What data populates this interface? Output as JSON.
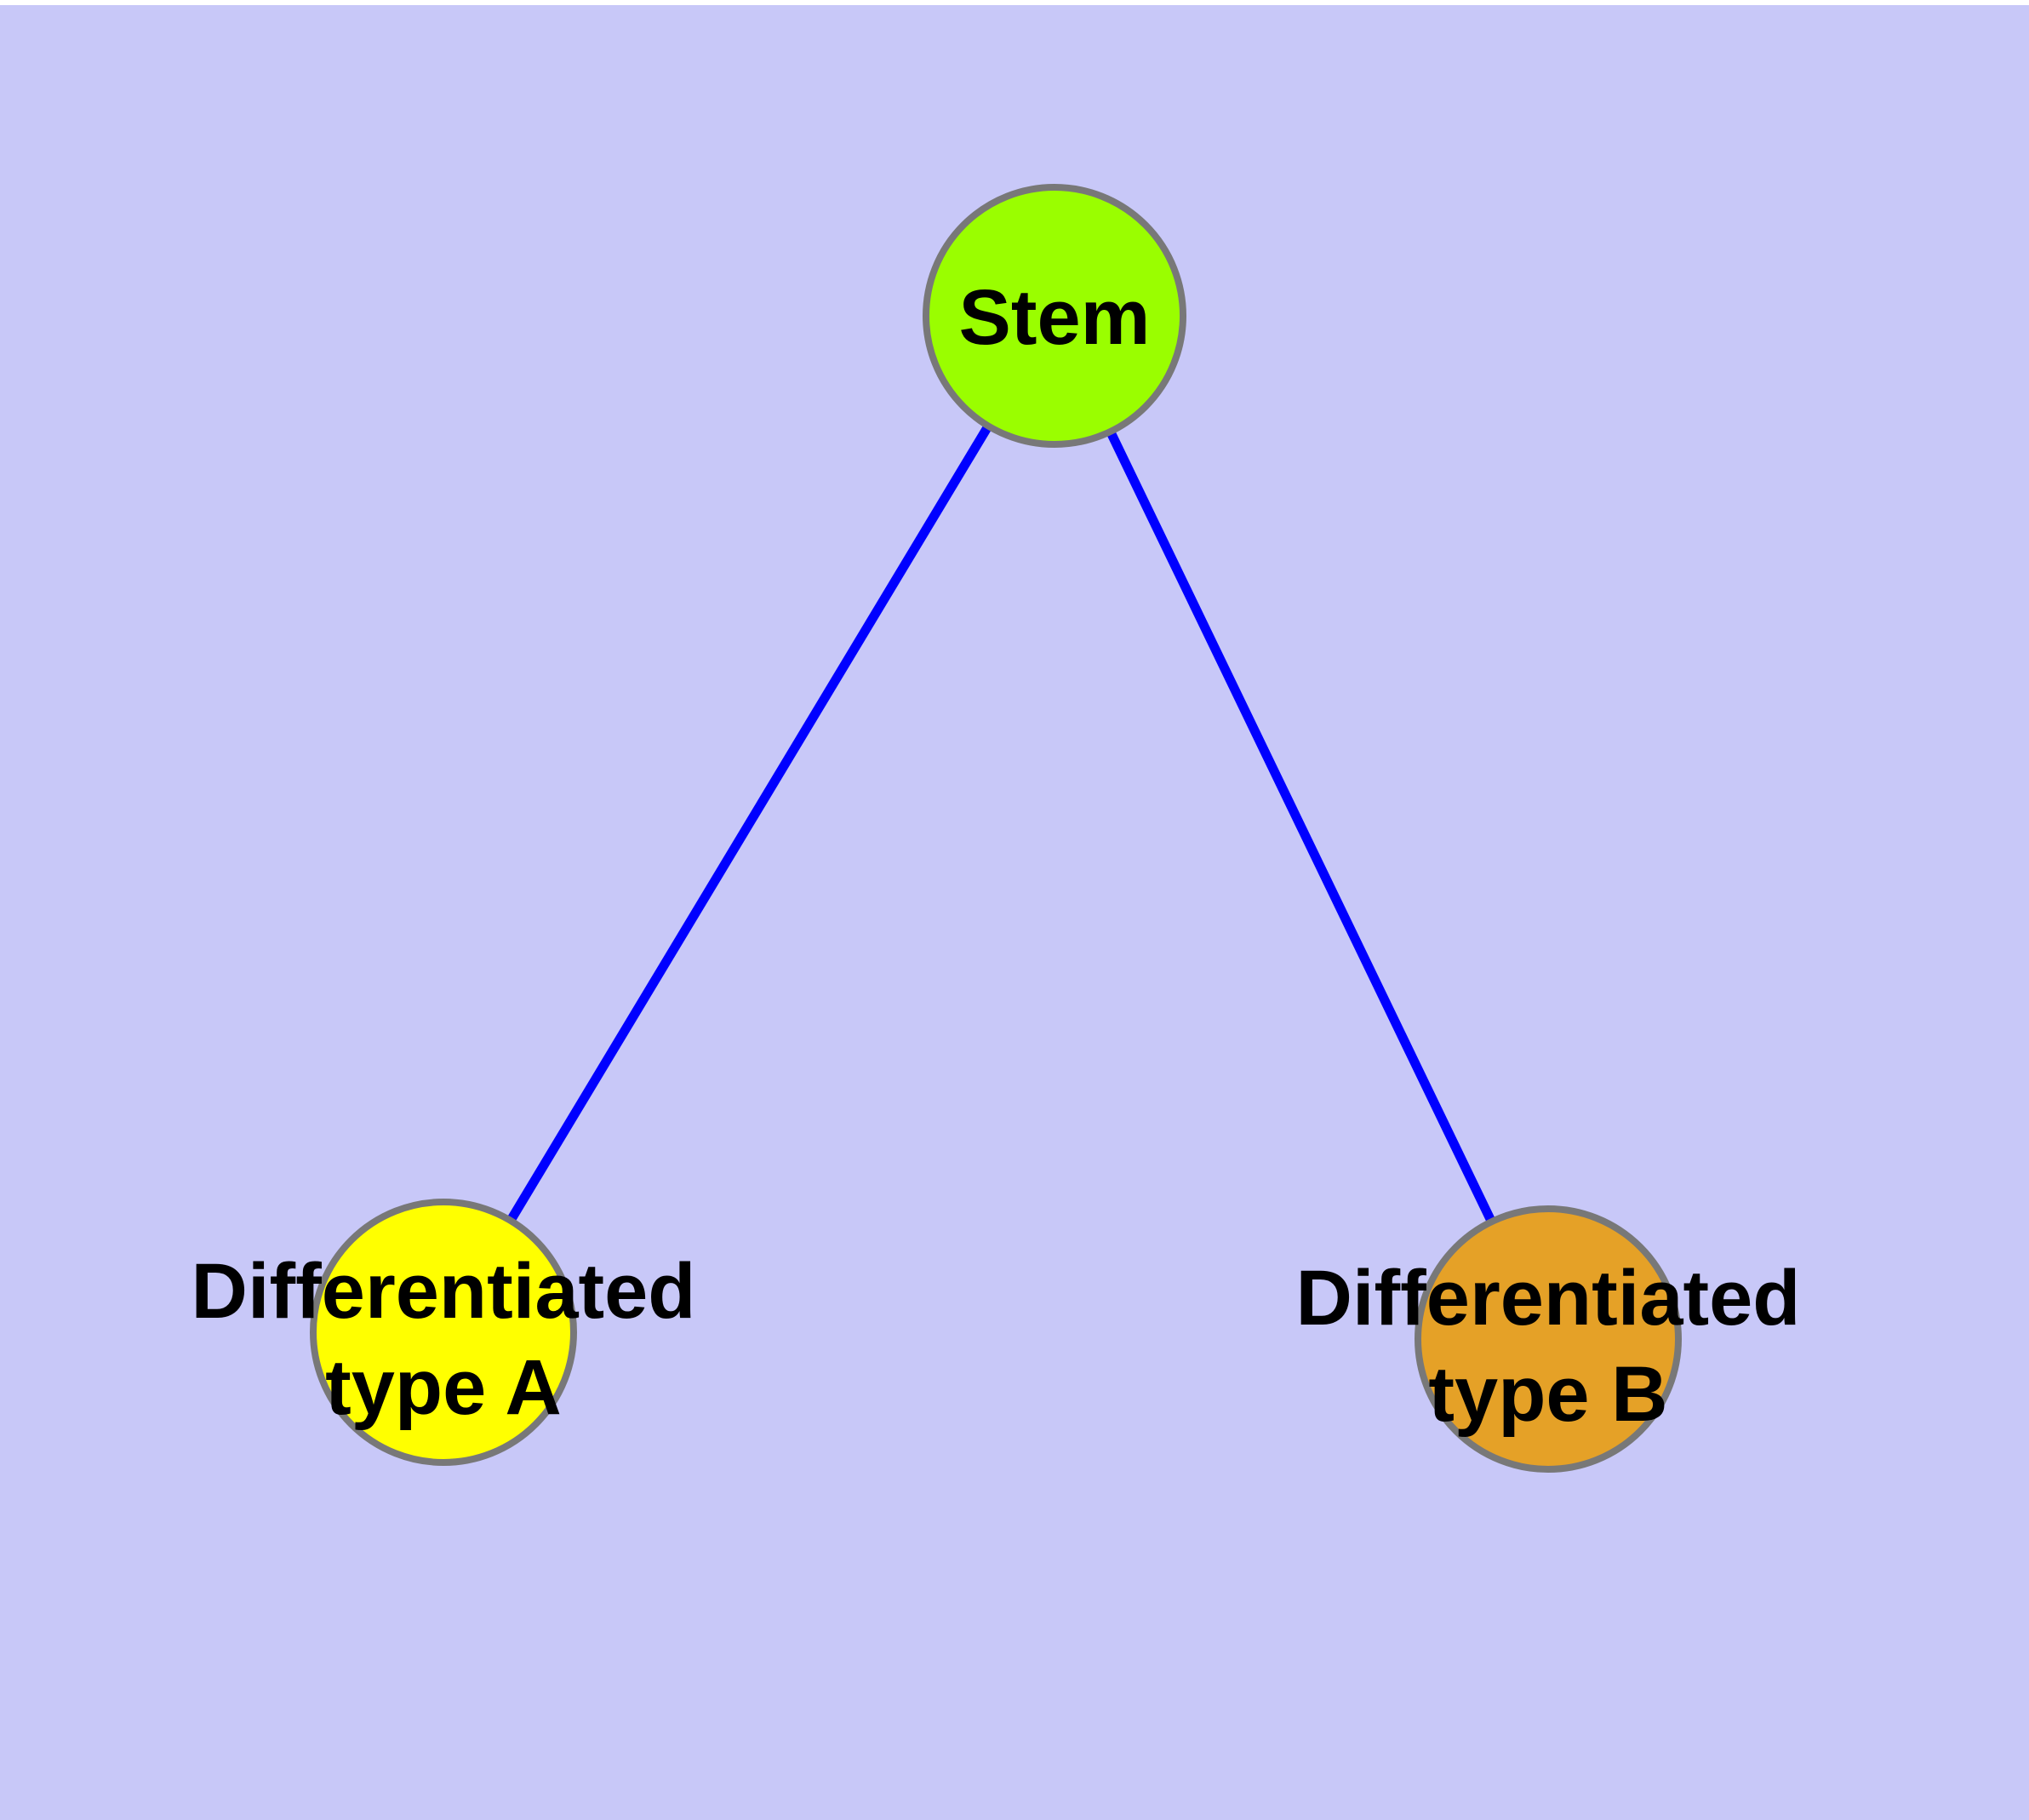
{
  "diagram": {
    "type": "graph",
    "background_color": "#c8c8f8",
    "top_margin_color": "#ffffff",
    "node_border_color": "#787878",
    "label_color": "#000000",
    "nodes": [
      {
        "id": "stem",
        "label": "Stem",
        "label_lines": [
          "Stem"
        ],
        "fill": "#9afe00"
      },
      {
        "id": "differentiated-type-a",
        "label": "Differentiated type A",
        "label_lines": [
          "Differentiated",
          "type A"
        ],
        "fill": "#ffff00"
      },
      {
        "id": "differentiated-type-b",
        "label": "Differentiated type B",
        "label_lines": [
          "Differentiated",
          "type B"
        ],
        "fill": "#e5a127"
      }
    ],
    "edges": [
      {
        "from": "stem",
        "to": "differentiated-type-a",
        "color": "#0000ff"
      },
      {
        "from": "stem",
        "to": "differentiated-type-b",
        "color": "#0000ff"
      }
    ]
  }
}
